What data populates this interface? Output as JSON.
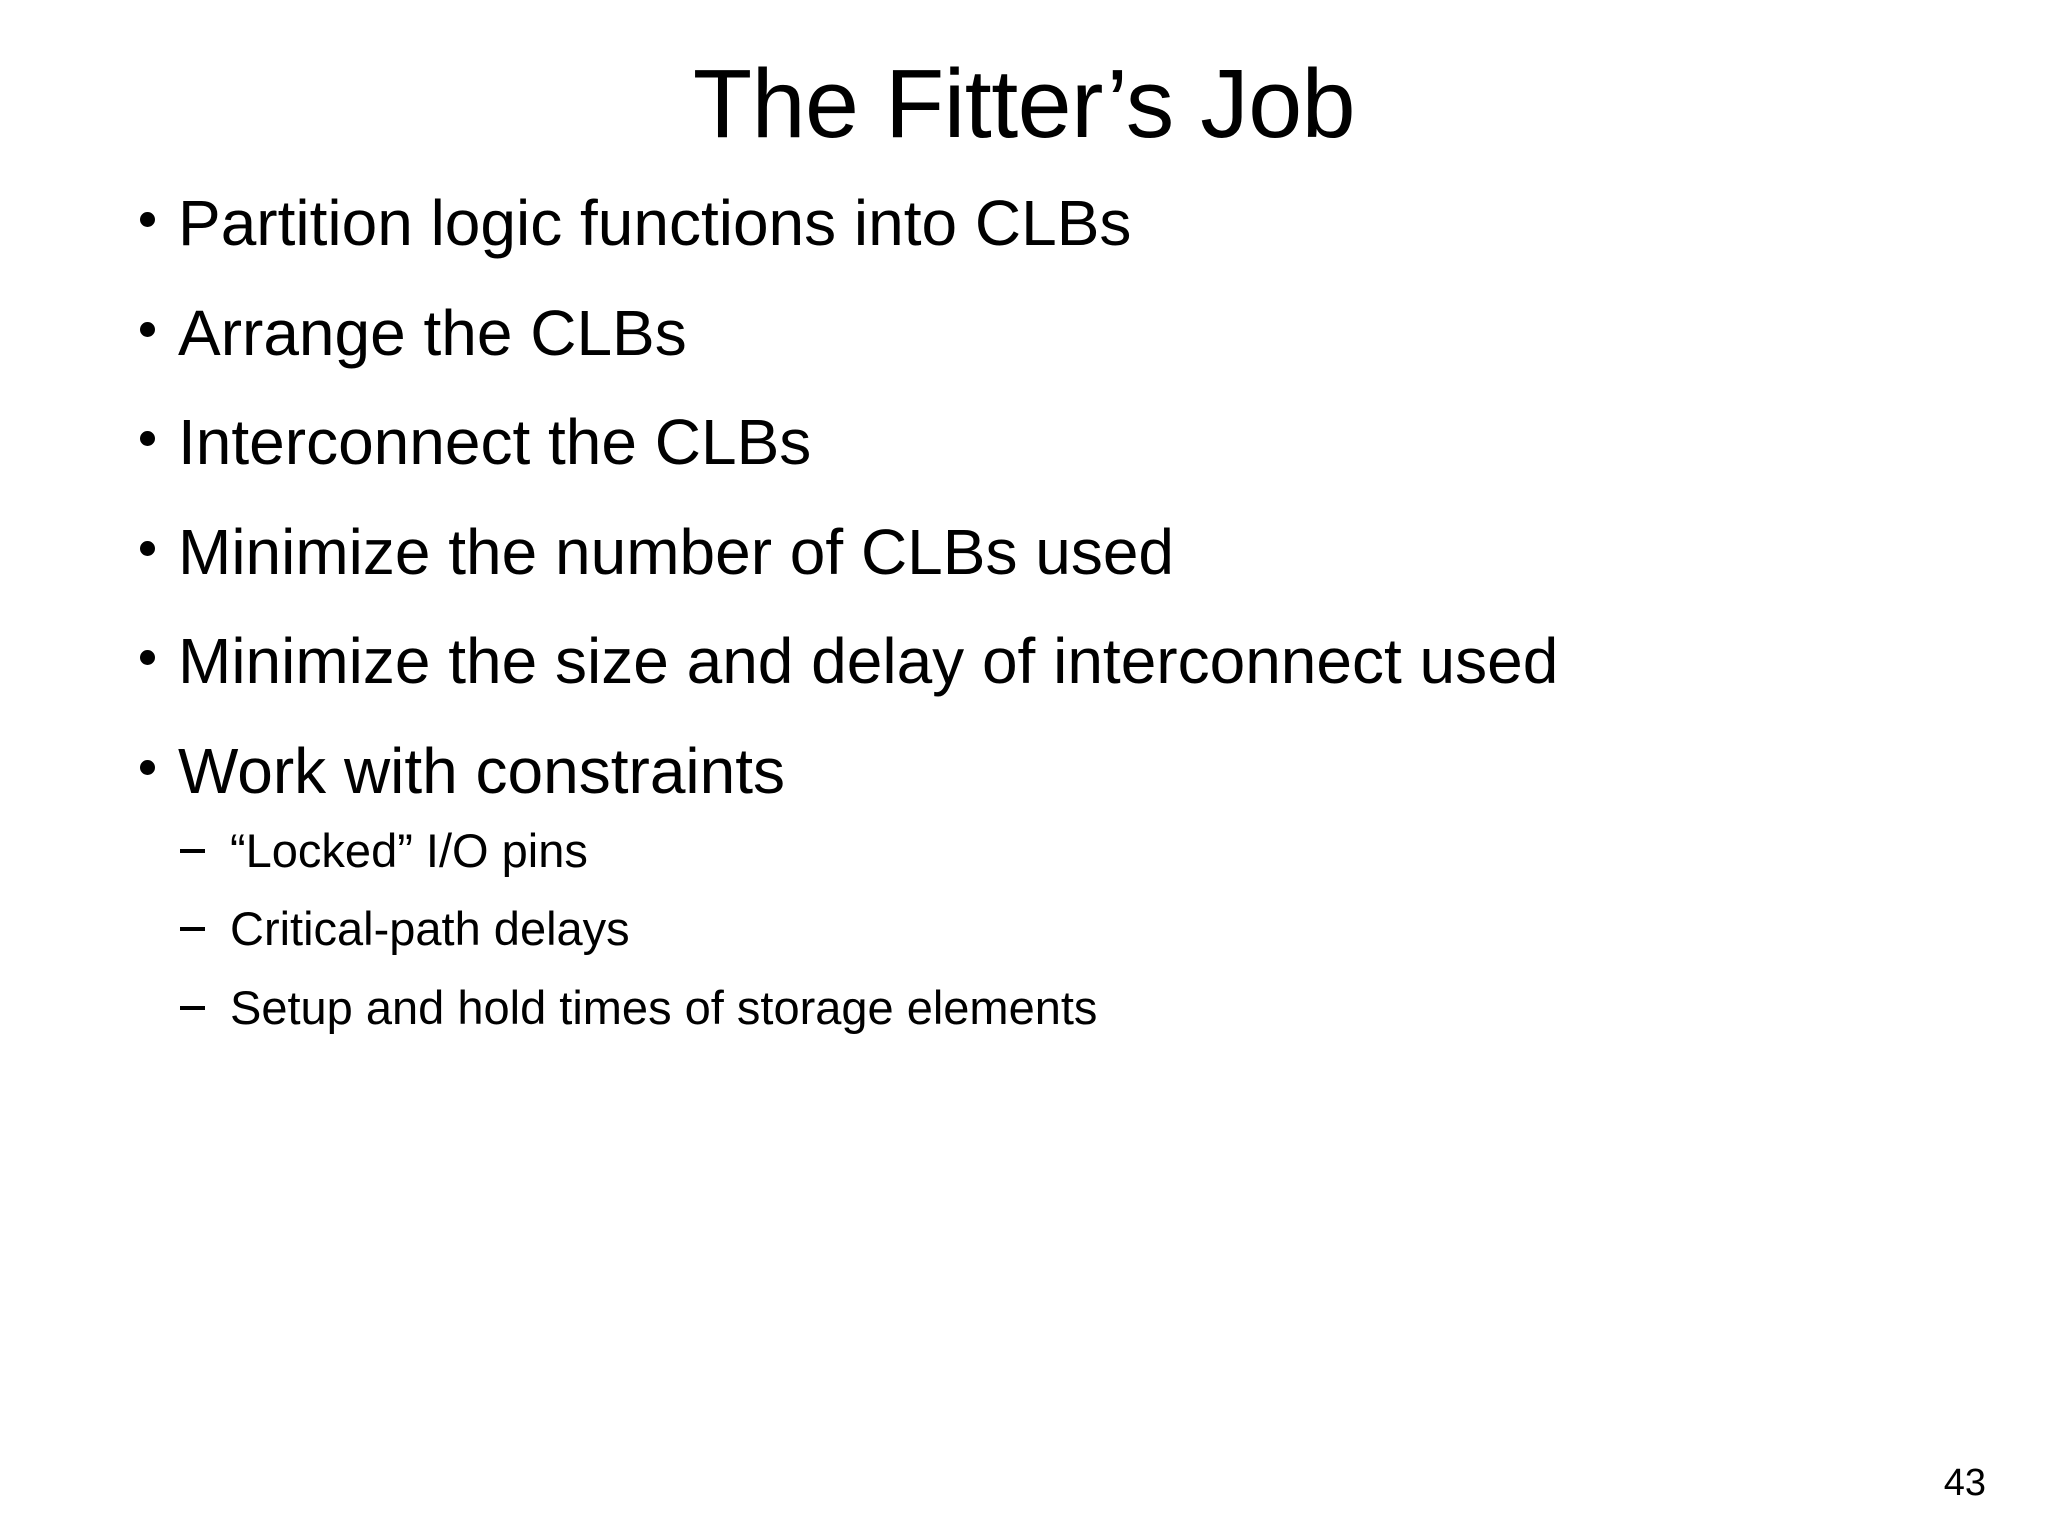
{
  "slide": {
    "title": "The Fitter’s Job",
    "page_number": "43",
    "background_color": "#ffffff",
    "text_color": "#000000",
    "bullet_marker": "round-dot",
    "sub_bullet_marker": "en-dash"
  },
  "bullets": [
    {
      "text": "Partition logic functions into CLBs"
    },
    {
      "text": "Arrange the CLBs"
    },
    {
      "text": "Interconnect the CLBs"
    },
    {
      "text": "Minimize the number of CLBs used"
    },
    {
      "text": "Minimize the size and delay of interconnect used"
    },
    {
      "text": "Work with constraints"
    }
  ],
  "sub_bullets": [
    {
      "text": "“Locked” I/O pins"
    },
    {
      "text": "Critical-path delays"
    },
    {
      "text": "Setup and hold times of storage elements"
    }
  ]
}
